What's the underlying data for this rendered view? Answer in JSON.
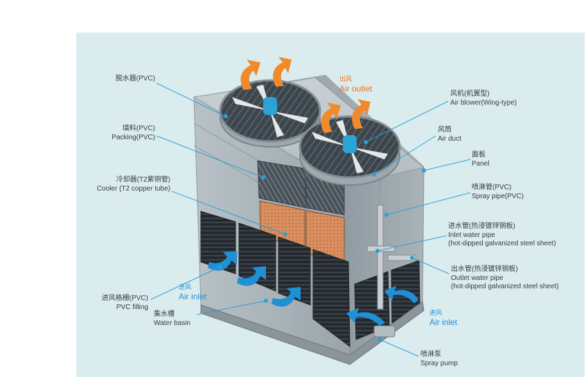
{
  "colors": {
    "background": "#dbecef",
    "air_outlet": "#ee6f1c",
    "air_inlet": "#1f8fd6",
    "body": "#a6b0b6",
    "leader_line": "#2c9fd6"
  },
  "labels": {
    "drift_eliminator": {
      "zh": "脱水器(PVC)",
      "en": ""
    },
    "packing": {
      "zh": "填料(PVC)",
      "en": "Packing(PVC)"
    },
    "cooler": {
      "zh": "冷却器(T2紫铜管)",
      "en": "Cooler (T2 copper tube)"
    },
    "pvc_filling": {
      "zh": "进风格栅(PVC)",
      "en": "PVC filling"
    },
    "water_basin": {
      "zh": "集水槽",
      "en": "Water basin"
    },
    "air_outlet": {
      "zh": "出风",
      "en": "Air outlet"
    },
    "air_inlet_left": {
      "zh": "进风",
      "en": "Air inlet"
    },
    "air_inlet_right": {
      "zh": "进风",
      "en": "Air inlet"
    },
    "air_blower": {
      "zh": "风机(机翼型)",
      "en": "Air blower(Wing-type)"
    },
    "air_duct": {
      "zh": "风筒",
      "en": "Air duct"
    },
    "panel": {
      "zh": "面板",
      "en": "Panel"
    },
    "spray_pipe": {
      "zh": "喷淋管(PVC)",
      "en": "Spray pipe(PVC)"
    },
    "inlet_water_pipe": {
      "zh": "进水管(热浸镀锌钢板)",
      "en": "Inlet water pipe",
      "en2": "(hot-dipped galvanized steel sheet)"
    },
    "outlet_water_pipe": {
      "zh": "出水管(热浸镀锌钢板)",
      "en": "Outlet water pipe",
      "en2": "(hot-dipped galvanized steel sheet)"
    },
    "spray_pump": {
      "zh": "喷淋泵",
      "en": "Spray pump"
    }
  }
}
